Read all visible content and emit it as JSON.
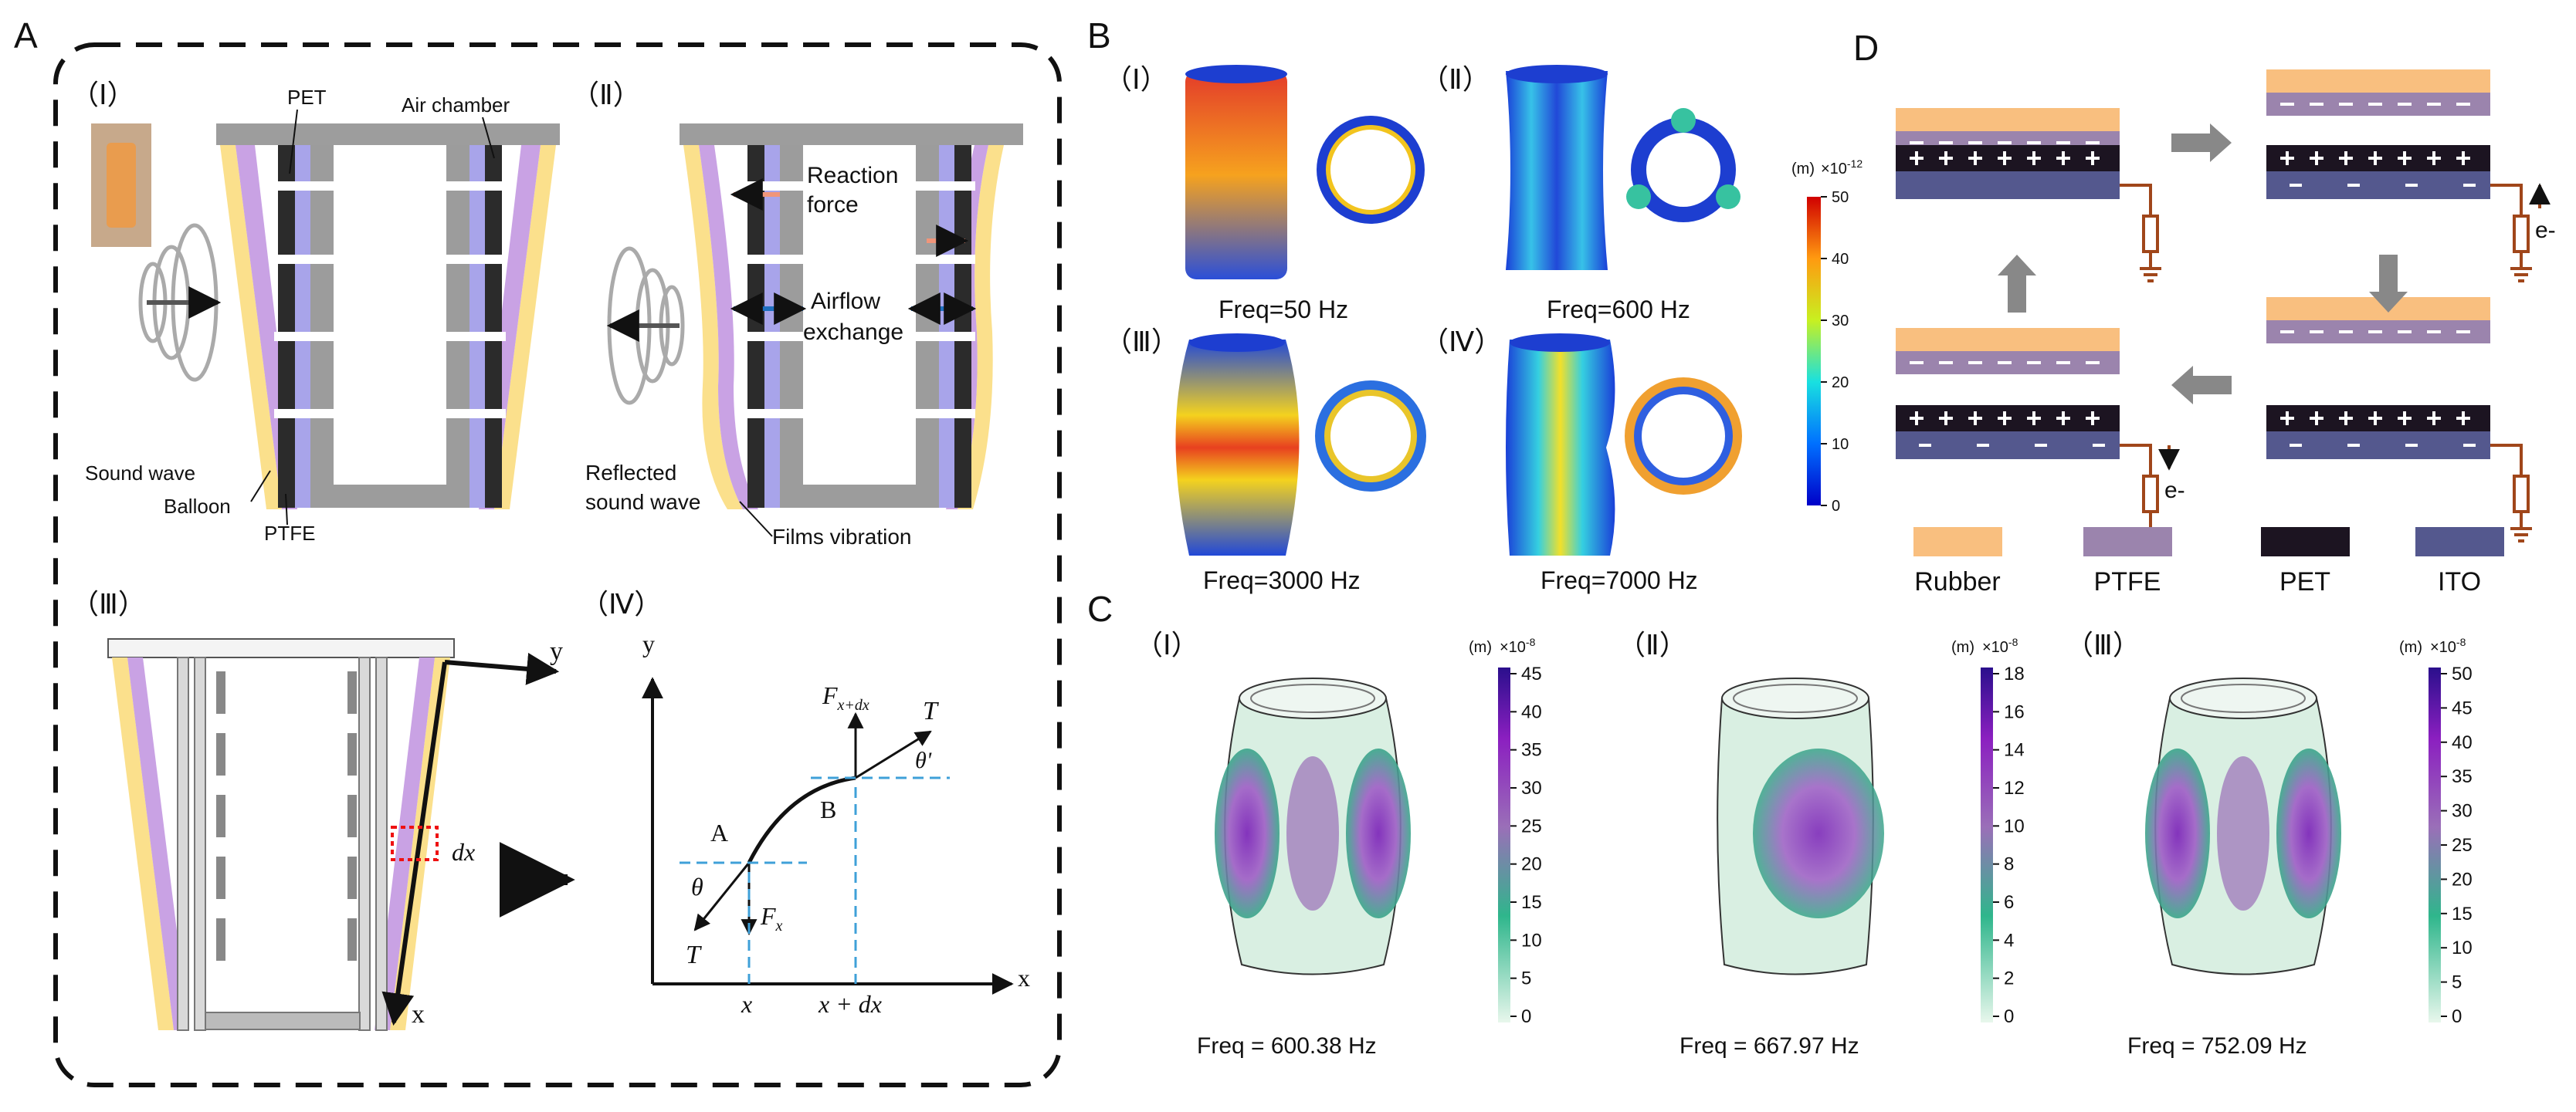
{
  "panels": {
    "A": {
      "letter": "A",
      "sub1": {
        "numeral": "（Ⅰ）",
        "labels": {
          "pet": "PET",
          "air_chamber": "Air chamber",
          "sound_wave": "Sound wave",
          "balloon": "Balloon",
          "ptfe": "PTFE"
        }
      },
      "sub2": {
        "numeral": "（Ⅱ）",
        "labels": {
          "reaction": "Reaction",
          "force": "force",
          "airflow": "Airflow",
          "exchange": "exchange",
          "reflected": "Reflected",
          "sound_wave": "sound wave",
          "films_vibration": "Films vibration"
        }
      },
      "sub3": {
        "numeral": "（Ⅲ）",
        "y": "y",
        "x": "x",
        "dx": "dx"
      },
      "sub4": {
        "numeral": "（Ⅳ）",
        "y": "y",
        "x_axis": "x",
        "T_top": "T",
        "T_bottom": "T",
        "F_top": "F",
        "F_top_sub": "x+dx",
        "F_bottom": "F",
        "F_bottom_sub": "x",
        "theta": "θ",
        "theta_prime": "θ'",
        "A": "A",
        "B": "B",
        "tick_x": "x",
        "tick_xdx": "x + dx"
      }
    },
    "B": {
      "letter": "B",
      "items": [
        {
          "numeral": "（Ⅰ）",
          "caption": "Freq=50 Hz"
        },
        {
          "numeral": "（Ⅱ）",
          "caption": "Freq=600 Hz"
        },
        {
          "numeral": "（Ⅲ）",
          "caption": "Freq=3000 Hz"
        },
        {
          "numeral": "（Ⅳ）",
          "caption": "Freq=7000 Hz"
        }
      ],
      "colorbar": {
        "unit": "(m)",
        "exp": "×10",
        "exp_pow": "-12",
        "ticks": [
          "50",
          "40",
          "30",
          "20",
          "10",
          "0"
        ]
      }
    },
    "C": {
      "letter": "C",
      "items": [
        {
          "numeral": "（Ⅰ）",
          "caption": "Freq = 600.38 Hz",
          "unit": "(m)",
          "exp": "×10",
          "exp_pow": "-8",
          "ticks": [
            "45",
            "40",
            "35",
            "30",
            "25",
            "20",
            "15",
            "10",
            "5",
            "0"
          ]
        },
        {
          "numeral": "（Ⅱ）",
          "caption": "Freq = 667.97 Hz",
          "unit": "(m)",
          "exp": "×10",
          "exp_pow": "-8",
          "ticks": [
            "18",
            "16",
            "14",
            "12",
            "10",
            "8",
            "6",
            "4",
            "2",
            "0"
          ]
        },
        {
          "numeral": "（Ⅲ）",
          "caption": "Freq = 752.09 Hz",
          "unit": "(m)",
          "exp": "×10",
          "exp_pow": "-8",
          "ticks": [
            "50",
            "45",
            "40",
            "35",
            "30",
            "25",
            "20",
            "15",
            "10",
            "5",
            "0"
          ]
        }
      ]
    },
    "D": {
      "letter": "D",
      "electron": "e-",
      "legend": [
        "Rubber",
        "PTFE",
        "PET",
        "ITO"
      ],
      "colors": {
        "rubber": "#f9bf7f",
        "ptfe": "#9b84ad",
        "pet": "#1c1421",
        "ito": "#54588e",
        "wire": "#a0461a"
      }
    }
  }
}
